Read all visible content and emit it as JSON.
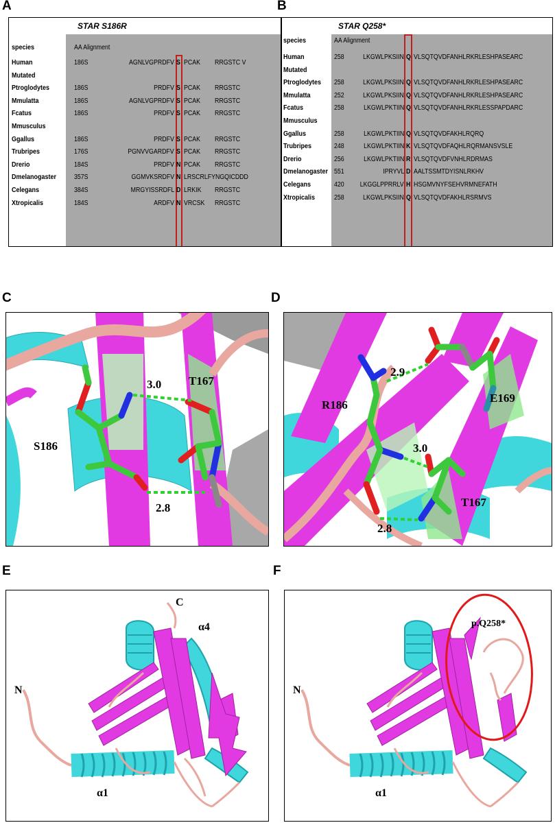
{
  "panel_labels": {
    "a": "A",
    "b": "B",
    "c": "C",
    "d": "D",
    "e": "E",
    "f": "F"
  },
  "panelA": {
    "title": "STAR S186R",
    "species_header": "species",
    "col_header": "AA Alignment",
    "rows": [
      {
        "species": "Human",
        "pos": "186S",
        "left": "AGNLVGPRDFV",
        "aa": "S",
        "right": "PCAK",
        "tail": "RRGSTC  V"
      },
      {
        "species": "Mutated",
        "pos": "",
        "left": "",
        "aa": "",
        "right": "",
        "tail": ""
      },
      {
        "species": "Ptroglodytes",
        "pos": "186S",
        "left": "PRDFV",
        "aa": "S",
        "right": "PCAK",
        "tail": "RRGSTC"
      },
      {
        "species": "Mmulatta",
        "pos": "186S",
        "left": "AGNLVGPRDFV",
        "aa": "S",
        "right": "PCAK",
        "tail": "RRGSTC"
      },
      {
        "species": "Fcatus",
        "pos": "186S",
        "left": "PRDFV",
        "aa": "S",
        "right": "PCAK",
        "tail": "RRGSTC"
      },
      {
        "species": "Mmusculus",
        "pos": "",
        "left": "",
        "aa": "",
        "right": "",
        "tail": ""
      },
      {
        "species": "Ggallus",
        "pos": "186S",
        "left": "PRDFV",
        "aa": "S",
        "right": "PCAK",
        "tail": "RRGSTC"
      },
      {
        "species": "Trubripes",
        "pos": "176S",
        "left": "PGNVVGARDFV",
        "aa": "S",
        "right": "PCAK",
        "tail": "RRGSTC"
      },
      {
        "species": "Drerio",
        "pos": "184S",
        "left": "PRDFV",
        "aa": "N",
        "right": "PCAK",
        "tail": "RRGSTC"
      },
      {
        "species": "Dmelanogaster",
        "pos": "357S",
        "left": "GGMVKSRDFV",
        "aa": "N",
        "right": "LRSCRLFYNGQICDDD",
        "tail": ""
      },
      {
        "species": "Celegans",
        "pos": "384S",
        "left": "MRGYISSRDFL",
        "aa": "D",
        "right": "LRKIK",
        "tail": "RRGSTC"
      },
      {
        "species": "Xtropicalis",
        "pos": "184S",
        "left": "ARDFV",
        "aa": "N",
        "right": "VRCSK",
        "tail": "RRGSTC"
      }
    ]
  },
  "panelB": {
    "title": "STAR  Q258*",
    "species_header": "species",
    "col_header": "AA  Alignment",
    "rows": [
      {
        "species": "Human",
        "pos": "258",
        "left": "LKGWLPKSIIN",
        "aa": "Q",
        "right": "VLSQTQVDFANHLRKRLESHPASEARC"
      },
      {
        "species": "Mutated",
        "pos": "",
        "left": "",
        "aa": "",
        "right": ""
      },
      {
        "species": "Ptroglodytes",
        "pos": "258",
        "left": "LKGWLPKSIIN",
        "aa": "Q",
        "right": "VLSQTQVDFANHLRKRLESHPASEARC"
      },
      {
        "species": "Mmulatta",
        "pos": "252",
        "left": "LKGWLPKSIIN",
        "aa": "Q",
        "right": "VLSQTQVDFANHLRKRLESHPASEARC"
      },
      {
        "species": "Fcatus",
        "pos": "258",
        "left": "LKGWLPKTIIN",
        "aa": "Q",
        "right": "VLSQTQVDFANHLRKRLESSPAPDARC"
      },
      {
        "species": "Mmusculus",
        "pos": "",
        "left": "",
        "aa": "",
        "right": ""
      },
      {
        "species": "Ggallus",
        "pos": "258",
        "left": "LKGWLPKTIIN",
        "aa": "Q",
        "right": "VLSQTQVDFAKHLRQRQ"
      },
      {
        "species": "Trubripes",
        "pos": "248",
        "left": "LKGWLPKTIIN",
        "aa": "K",
        "right": "VLSQTQVDFAQHLRQRMANSVSLE"
      },
      {
        "species": "Drerio",
        "pos": "256",
        "left": "LKGWLPKTIIN",
        "aa": "R",
        "right": "VLSQTQVDFVNHLRDRMAS"
      },
      {
        "species": "Dmelanogaster",
        "pos": "551",
        "left": "IPRYVL",
        "aa": "D",
        "right": "AALTSSMTDYISNLRKHV"
      },
      {
        "species": "Celegans",
        "pos": "420",
        "left": "LKGGLPPRRLV",
        "aa": "H",
        "right": "HSGMVNYFSEHVRMNEFATH"
      },
      {
        "species": "Xtropicalis",
        "pos": "258",
        "left": "LKGWLPKSIIN",
        "aa": "Q",
        "right": "VLSQTQVDFAKHLRSRMVS"
      }
    ]
  },
  "panelC": {
    "res1": "S186",
    "res2": "T167",
    "d1": "3.0",
    "d2": "2.8"
  },
  "panelD": {
    "res1": "R186",
    "res2": "E169",
    "res3": "T167",
    "d1": "2.9",
    "d2": "3.0",
    "d3": "2.8"
  },
  "panelE": {
    "n": "N",
    "c": "C",
    "a1": "α1",
    "a4": "α4"
  },
  "panelF": {
    "n": "N",
    "a1": "α1",
    "mut": "p.Q258*"
  },
  "colors": {
    "cyan": "#3fd6dc",
    "magenta": "#e23ae2",
    "salmon": "#e8a8a0",
    "carbon": "#3ec83e",
    "oxygen": "#e02020",
    "nitrogen": "#2030e0",
    "hbond": "#30d030",
    "box": "#c0201a"
  }
}
